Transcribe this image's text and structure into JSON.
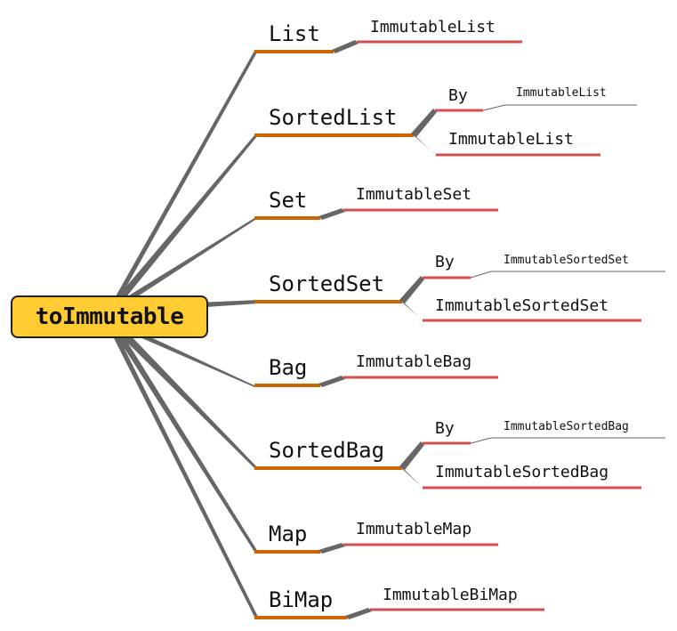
{
  "root": {
    "label": "toImmutable"
  },
  "branches": [
    {
      "label": "List",
      "children": [
        {
          "label": "ImmutableList"
        }
      ]
    },
    {
      "label": "SortedList",
      "children": [
        {
          "label": "By",
          "children": [
            {
              "label": "ImmutableList"
            }
          ]
        },
        {
          "label": "ImmutableList"
        }
      ]
    },
    {
      "label": "Set",
      "children": [
        {
          "label": "ImmutableSet"
        }
      ]
    },
    {
      "label": "SortedSet",
      "children": [
        {
          "label": "By",
          "children": [
            {
              "label": "ImmutableSortedSet"
            }
          ]
        },
        {
          "label": "ImmutableSortedSet"
        }
      ]
    },
    {
      "label": "Bag",
      "children": [
        {
          "label": "ImmutableBag"
        }
      ]
    },
    {
      "label": "SortedBag",
      "children": [
        {
          "label": "By",
          "children": [
            {
              "label": "ImmutableSortedBag"
            }
          ]
        },
        {
          "label": "ImmutableSortedBag"
        }
      ]
    },
    {
      "label": "Map",
      "children": [
        {
          "label": "ImmutableMap"
        }
      ]
    },
    {
      "label": "BiMap",
      "children": [
        {
          "label": "ImmutableBiMap"
        }
      ]
    }
  ],
  "colors": {
    "root_fill": "#ffcc33",
    "level1_line": "#cc6600",
    "level2_line": "#d05050",
    "level3_line": "#666666",
    "connector": "#666666"
  }
}
